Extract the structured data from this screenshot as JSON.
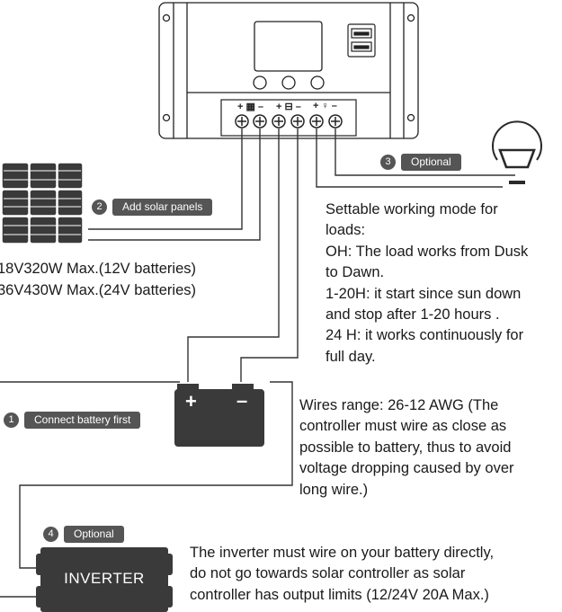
{
  "steps": [
    {
      "num": "1",
      "label": "Connect battery first"
    },
    {
      "num": "2",
      "label": "Add solar panels"
    },
    {
      "num": "3",
      "label": "Optional"
    },
    {
      "num": "4",
      "label": "Optional"
    }
  ],
  "terminals": {
    "solar": "+ ▦ –",
    "battery": "+ ⊟ –",
    "load": "+ ♀ –"
  },
  "battery": {
    "plus": "+",
    "minus": "–"
  },
  "panel_spec": {
    "line1": "18V320W Max.(12V batteries)",
    "line2": "36V430W Max.(24V batteries)"
  },
  "load_notes": "Settable working mode for\nloads:\nOH: The load works from Dusk\nto Dawn.\n1-20H: it start since sun down\nand stop after 1-20 hours .\n24 H: it works continuously for\nfull day.",
  "wires_note": "Wires range: 26-12 AWG (The\ncontroller must wire as close as\npossible to battery, thus to avoid\nvoltage dropping caused by over\nlong wire.)",
  "inverter": {
    "label": "INVERTER"
  },
  "inverter_note": "The inverter must wire on your battery directly,\ndo not go towards solar controller as solar\ncontroller has output limits (12/24V 20A Max.)",
  "colors": {
    "dark": "#3a3a3a",
    "badge": "#555555",
    "line": "#333333"
  },
  "icons": [
    "solar-panel-icon",
    "lamp-icon",
    "battery-icon",
    "usb-port-icon"
  ]
}
